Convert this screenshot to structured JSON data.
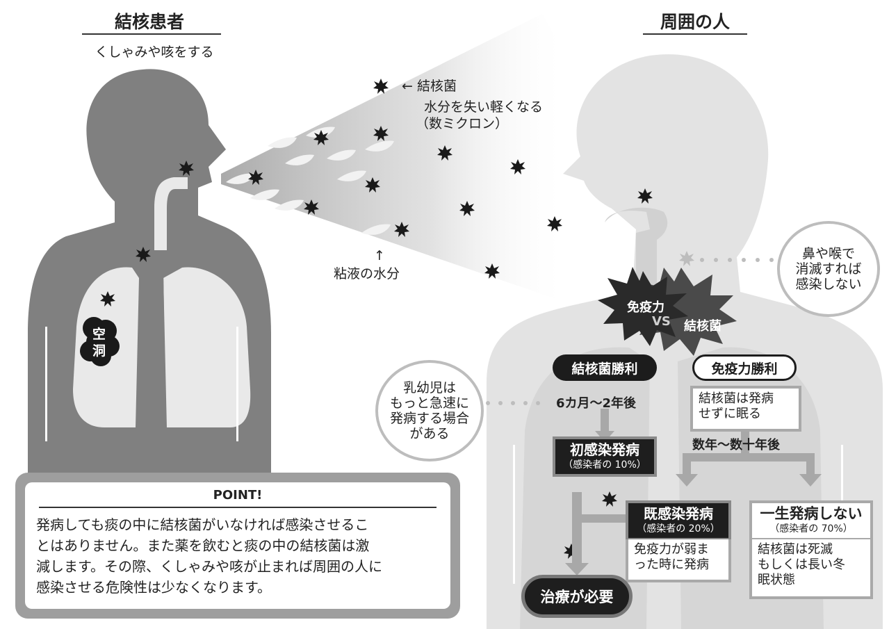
{
  "header": {
    "patient_title": "結核患者",
    "patient_sub": "くしゃみや咳をする",
    "others_title": "周囲の人"
  },
  "labels": {
    "bacteria_line1": "← 結核菌",
    "bacteria_line2": "水分を失い軽くなる",
    "bacteria_line3": "（数ミクロン）",
    "mucus_arrow": "↑",
    "mucus": "粘液の水分",
    "cavity_1": "空",
    "cavity_2": "洞"
  },
  "bubbles": {
    "nose_1": "鼻や喉で",
    "nose_2": "消滅すれば",
    "nose_3": "感染しない",
    "infant_1": "乳幼児は",
    "infant_2": "もっと急速に",
    "infant_3": "発病する場合",
    "infant_4": "がある"
  },
  "battle": {
    "immunity": "免疫力",
    "vs": "VS",
    "bacteria": "結核菌"
  },
  "flow": {
    "bacteria_win": "結核菌勝利",
    "immunity_win": "免疫力勝利",
    "timing_1": "6カ月～2年後",
    "sleep_1": "結核菌は発病",
    "sleep_2": "せずに眠る",
    "timing_2": "数年～数十年後",
    "primary_title": "初感染発病",
    "primary_pct": "（感染者の 10%）",
    "reactivation_title": "既感染発病",
    "reactivation_pct": "（感染者の 20%）",
    "reactivation_note_1": "免疫力が弱ま",
    "reactivation_note_2": "った時に発病",
    "never_title": "一生発病しない",
    "never_pct": "（感染者の 70%）",
    "never_note_1": "結核菌は死滅",
    "never_note_2": "もしくは長い冬",
    "never_note_3": "眠状態",
    "treatment": "治療が必要"
  },
  "point": {
    "title": "POINT!",
    "line_1": "発病しても痰の中に結核菌がいなければ感染させるこ",
    "line_2": "とはありません。また薬を飲むと痰の中の結核菌は激",
    "line_3": "減します。その際、くしゃみや咳が止まれば周囲の人に",
    "line_4": "感染させる危険性は少なくなります。"
  },
  "colors": {
    "patient_body": "#808080",
    "other_body": "#e3e3e3",
    "dark": "#1c1c1c",
    "arrow": "#a8a8a8"
  }
}
